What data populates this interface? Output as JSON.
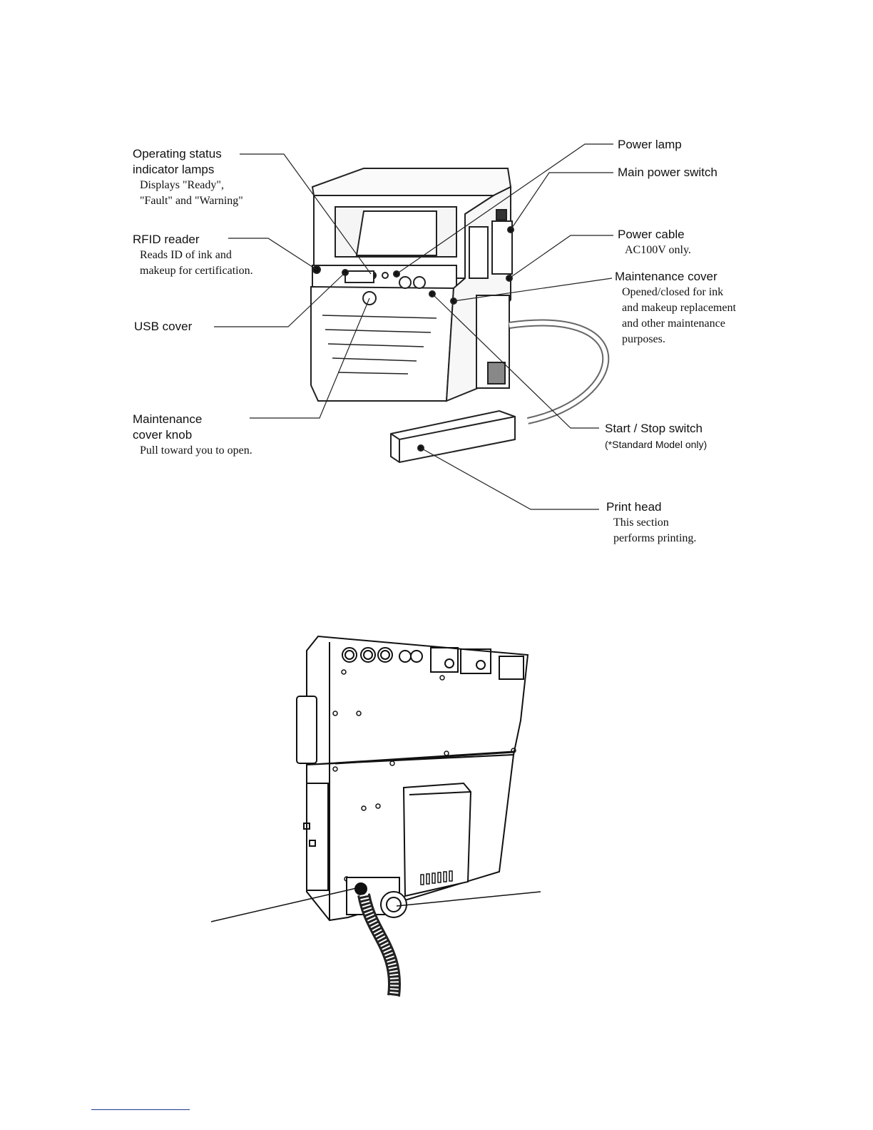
{
  "callouts": {
    "status_lamps": {
      "title_1": "Operating status",
      "title_2": "indicator lamps",
      "desc_1": "Displays \"Ready\",",
      "desc_2": "\"Fault\" and  \"Warning\""
    },
    "rfid": {
      "title": "RFID reader",
      "desc_1": "Reads ID of ink and",
      "desc_2": "makeup for certification."
    },
    "usb": {
      "title": "USB cover"
    },
    "knob": {
      "title_1": "Maintenance",
      "title_2": "cover knob",
      "desc": "Pull toward you to open."
    },
    "power_lamp": {
      "title": "Power lamp"
    },
    "main_switch": {
      "title": "Main power switch"
    },
    "power_cable": {
      "title": "Power cable",
      "desc": "AC100V only."
    },
    "maint_cover": {
      "title": "Maintenance cover",
      "desc_1": "Opened/closed for ink",
      "desc_2": "and makeup replacement",
      "desc_3": "and other maintenance",
      "desc_4": "purposes."
    },
    "start_stop": {
      "title": "Start / Stop switch",
      "note": "(*Standard Model only)"
    },
    "print_head": {
      "title": "Print head",
      "desc_1": "This section",
      "desc_2": "performs printing."
    }
  }
}
